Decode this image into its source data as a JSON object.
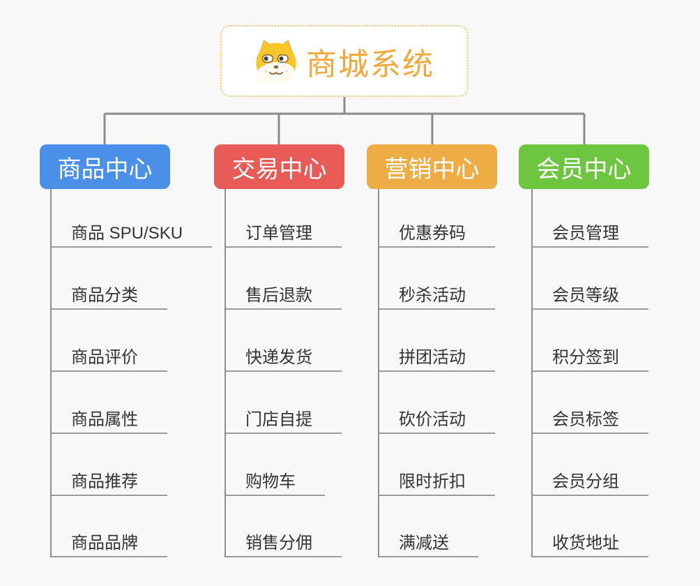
{
  "canvas": {
    "background": "#f8f8f8"
  },
  "colors": {
    "connector": "#8a8a8a",
    "rail": "#8e8e8e",
    "underline": "#9a9a9a",
    "root_accent": "#F2A93C",
    "root_border": "#F5C373",
    "leaf_text": "#333333"
  },
  "root": {
    "title": "商城系统",
    "icon": "doge-icon"
  },
  "branches": [
    {
      "label": "商品中心",
      "color": "#4A90E8",
      "items": [
        "商品 SPU/SKU",
        "商品分类",
        "商品评价",
        "商品属性",
        "商品推荐",
        "商品品牌"
      ]
    },
    {
      "label": "交易中心",
      "color": "#E85B56",
      "items": [
        "订单管理",
        "售后退款",
        "快递发货",
        "门店自提",
        "购物车",
        "销售分佣"
      ]
    },
    {
      "label": "营销中心",
      "color": "#EDAD44",
      "items": [
        "优惠券码",
        "秒杀活动",
        "拼团活动",
        "砍价活动",
        "限时折扣",
        "满减送"
      ]
    },
    {
      "label": "会员中心",
      "color": "#6EC53F",
      "items": [
        "会员管理",
        "会员等级",
        "积分签到",
        "会员标签",
        "会员分组",
        "收货地址"
      ]
    }
  ]
}
